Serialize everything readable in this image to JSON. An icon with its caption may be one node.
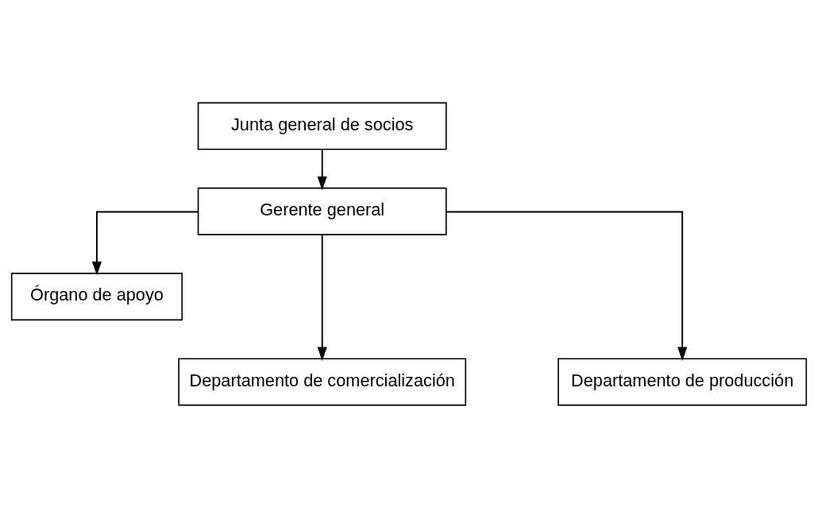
{
  "diagram": {
    "nodes": [
      {
        "text": [
          "Junta general de socios"
        ]
      },
      {
        "text": [
          "Gerente general"
        ]
      },
      {
        "text": [
          "Órgano de apoyo"
        ]
      },
      {
        "text": [
          "Departamento de comercialización"
        ]
      },
      {
        "text": [
          "Departamento de producción"
        ]
      }
    ],
    "edges": [
      {
        "from": 0,
        "to": 1,
        "arrow": "to"
      },
      {
        "from": 1,
        "to": 2,
        "arrow": "to"
      },
      {
        "from": 1,
        "to": 3,
        "arrow": "to"
      },
      {
        "from": 1,
        "to": 4,
        "arrow": "to"
      }
    ]
  }
}
